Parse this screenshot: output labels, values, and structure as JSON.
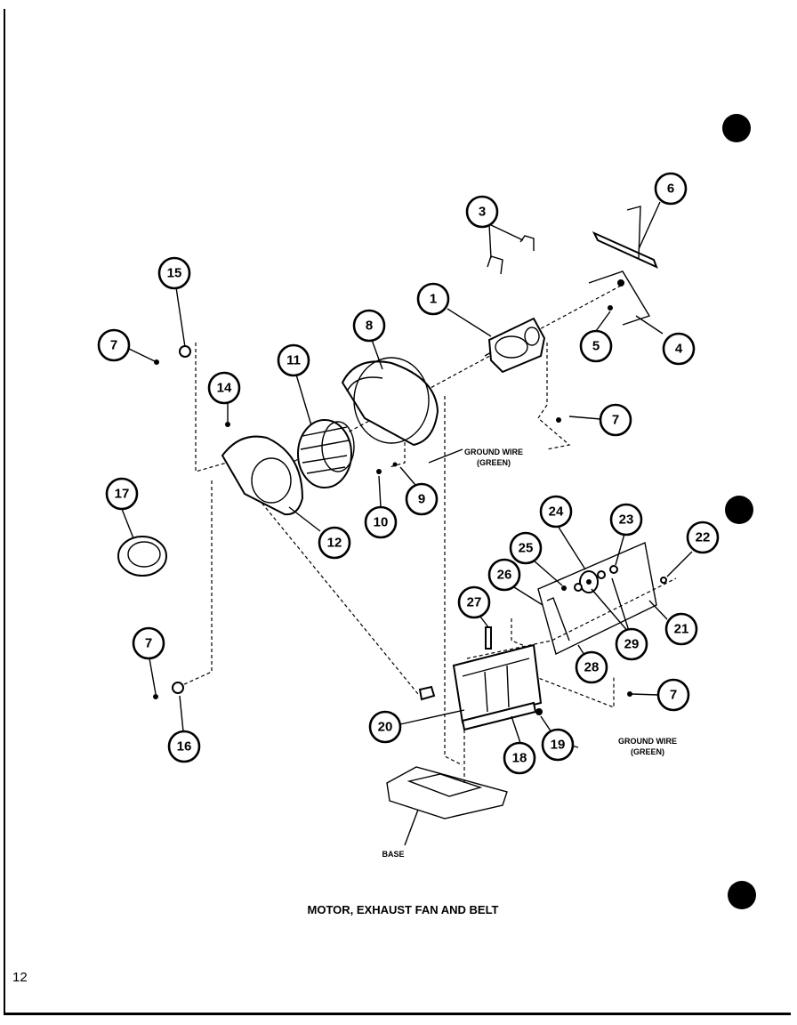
{
  "title": "MOTOR, EXHAUST FAN AND BELT",
  "page_number": "12",
  "labels": {
    "ground_wire_1_line1": "GROUND WIRE",
    "ground_wire_1_line2": "(GREEN)",
    "ground_wire_2_line1": "GROUND WIRE",
    "ground_wire_2_line2": "(GREEN)",
    "base": "BASE"
  },
  "callouts": [
    "1",
    "3",
    "4",
    "5",
    "6",
    "7",
    "7",
    "7",
    "7",
    "8",
    "9",
    "10",
    "11",
    "12",
    "14",
    "15",
    "16",
    "17",
    "18",
    "19",
    "20",
    "21",
    "22",
    "23",
    "24",
    "25",
    "26",
    "27",
    "28",
    "29"
  ]
}
